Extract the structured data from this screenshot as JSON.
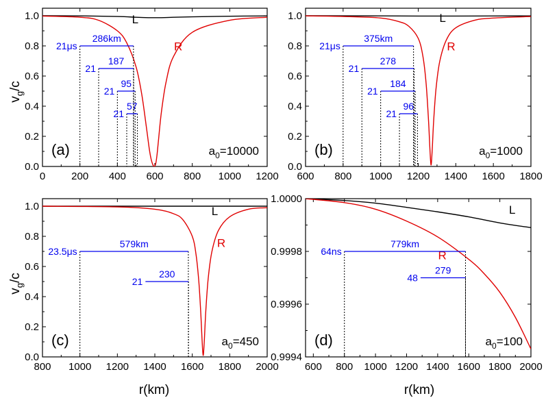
{
  "axis_titles": {
    "y_top": "v",
    "y_top_sub": "g",
    "y_top_rest": "/c",
    "y_bottom": "v",
    "y_bottom_sub": "g",
    "y_bottom_rest": "/c",
    "x_left": "r(km)",
    "x_right": "r(km)"
  },
  "colors": {
    "L": "#000000",
    "R": "#e00000",
    "annotation": "#0000ee",
    "frame": "#000000"
  },
  "chart_data": [
    {
      "type": "line",
      "panel": "(a)",
      "param_label": "a",
      "param_sub": "0",
      "param_value": "=10000",
      "xlim": [
        0,
        1200
      ],
      "ylim": [
        0.0,
        1.05
      ],
      "xticks": [
        0,
        200,
        400,
        600,
        800,
        1000,
        1200
      ],
      "xtick_labels": [
        "0",
        "200",
        "400",
        "600",
        "800",
        "1000",
        "1200"
      ],
      "yticks": [
        0.0,
        0.2,
        0.4,
        0.6,
        0.8,
        1.0
      ],
      "ytick_labels": [
        "0.0",
        "0.2",
        "0.4",
        "0.6",
        "0.8",
        "1.0"
      ],
      "series": [
        {
          "name": "L",
          "x": [
            0,
            200,
            400,
            500,
            550,
            600,
            650,
            700,
            800,
            1000,
            1200
          ],
          "y": [
            1.0,
            0.999,
            0.995,
            0.99,
            0.988,
            0.987,
            0.988,
            0.99,
            0.993,
            0.997,
            0.999
          ]
        },
        {
          "name": "R",
          "x": [
            0,
            200,
            300,
            400,
            450,
            500,
            530,
            555,
            570,
            580,
            590,
            598,
            605,
            612,
            620,
            635,
            660,
            700,
            800,
            1000,
            1200
          ],
          "y": [
            0.998,
            0.99,
            0.97,
            0.9,
            0.82,
            0.66,
            0.48,
            0.26,
            0.12,
            0.05,
            0.01,
            0.0,
            0.02,
            0.08,
            0.18,
            0.36,
            0.56,
            0.73,
            0.89,
            0.97,
            0.99
          ]
        }
      ],
      "curve_labels": [
        {
          "text": "L",
          "series": "L",
          "x": 495,
          "y": 0.95
        },
        {
          "text": "R",
          "series": "R",
          "x": 725,
          "y": 0.77
        }
      ],
      "markers": [
        {
          "x": 200,
          "y": 0.8,
          "time": "21μs",
          "dist": "286km",
          "x_end": 486
        },
        {
          "x": 300,
          "y": 0.65,
          "time": "21",
          "dist": "187",
          "x_end": 487
        },
        {
          "x": 400,
          "y": 0.5,
          "time": "21",
          "dist": "95",
          "x_end": 495
        },
        {
          "x": 450,
          "y": 0.35,
          "time": "21",
          "dist": "57",
          "x_end": 507
        }
      ]
    },
    {
      "type": "line",
      "panel": "(b)",
      "param_label": "a",
      "param_sub": "0",
      "param_value": "=1000",
      "xlim": [
        600,
        1800
      ],
      "ylim": [
        0.0,
        1.05
      ],
      "xticks": [
        600,
        800,
        1000,
        1200,
        1400,
        1600,
        1800
      ],
      "xtick_labels": [
        "600",
        "800",
        "1000",
        "1200",
        "1400",
        "1600",
        "1800"
      ],
      "yticks": [
        0.0,
        0.2,
        0.4,
        0.6,
        0.8,
        1.0
      ],
      "ytick_labels": [
        "0.0",
        "0.2",
        "0.4",
        "0.6",
        "0.8",
        "1.0"
      ],
      "series": [
        {
          "name": "L",
          "x": [
            600,
            1000,
            1200,
            1270,
            1400,
            1800
          ],
          "y": [
            1.0,
            0.999,
            0.998,
            0.998,
            0.998,
            0.999
          ]
        },
        {
          "name": "R",
          "x": [
            600,
            800,
            1000,
            1100,
            1150,
            1200,
            1225,
            1242,
            1255,
            1262,
            1268,
            1274,
            1282,
            1295,
            1315,
            1350,
            1400,
            1500,
            1600,
            1800
          ],
          "y": [
            0.999,
            0.995,
            0.985,
            0.96,
            0.93,
            0.85,
            0.73,
            0.55,
            0.3,
            0.12,
            0.01,
            0.1,
            0.3,
            0.52,
            0.7,
            0.84,
            0.92,
            0.97,
            0.985,
            0.995
          ]
        }
      ],
      "curve_labels": [
        {
          "text": "L",
          "series": "L",
          "x": 1330,
          "y": 0.96
        },
        {
          "text": "R",
          "series": "R",
          "x": 1375,
          "y": 0.77
        }
      ],
      "markers": [
        {
          "x": 800,
          "y": 0.8,
          "time": "21μs",
          "dist": "375km",
          "x_end": 1175
        },
        {
          "x": 900,
          "y": 0.65,
          "time": "21",
          "dist": "278",
          "x_end": 1178
        },
        {
          "x": 1000,
          "y": 0.5,
          "time": "21",
          "dist": "184",
          "x_end": 1184
        },
        {
          "x": 1100,
          "y": 0.35,
          "time": "21",
          "dist": "96",
          "x_end": 1196
        }
      ]
    },
    {
      "type": "line",
      "panel": "(c)",
      "param_label": "a",
      "param_sub": "0",
      "param_value": "=450",
      "xlim": [
        800,
        2000
      ],
      "ylim": [
        0.0,
        1.05
      ],
      "xticks": [
        800,
        1000,
        1200,
        1400,
        1600,
        1800,
        2000
      ],
      "xtick_labels": [
        "800",
        "1000",
        "1200",
        "1400",
        "1600",
        "1800",
        "2000"
      ],
      "yticks": [
        0.0,
        0.2,
        0.4,
        0.6,
        0.8,
        1.0
      ],
      "ytick_labels": [
        "0.0",
        "0.2",
        "0.4",
        "0.6",
        "0.8",
        "1.0"
      ],
      "series": [
        {
          "name": "L",
          "x": [
            800,
            1400,
            1660,
            2000
          ],
          "y": [
            1.0,
            1.0,
            1.0,
            1.0
          ]
        },
        {
          "name": "R",
          "x": [
            800,
            1200,
            1400,
            1500,
            1550,
            1600,
            1620,
            1635,
            1645,
            1652,
            1658,
            1664,
            1672,
            1685,
            1705,
            1740,
            1800,
            1900,
            2000
          ],
          "y": [
            1.0,
            0.995,
            0.98,
            0.95,
            0.91,
            0.8,
            0.68,
            0.5,
            0.3,
            0.12,
            0.01,
            0.1,
            0.3,
            0.52,
            0.7,
            0.84,
            0.93,
            0.98,
            0.99
          ]
        }
      ],
      "curve_labels": [
        {
          "text": "L",
          "series": "L",
          "x": 1720,
          "y": 0.94
        },
        {
          "text": "R",
          "series": "R",
          "x": 1755,
          "y": 0.73
        }
      ],
      "markers": [
        {
          "x": 1000,
          "y": 0.7,
          "time": "23.5μs",
          "dist": "579km",
          "x_end": 1579
        },
        {
          "x": 1350,
          "y": 0.5,
          "time": "21",
          "dist": "230",
          "x_end": 1580,
          "line_start": 1350,
          "no_drop": true
        }
      ]
    },
    {
      "type": "line",
      "panel": "(d)",
      "param_label": "a",
      "param_sub": "0",
      "param_value": "=100",
      "xlim": [
        550,
        2000
      ],
      "ylim": [
        0.9994,
        1.0
      ],
      "xticks": [
        600,
        800,
        1000,
        1200,
        1400,
        1600,
        1800,
        2000
      ],
      "xtick_labels": [
        "600",
        "800",
        "1000",
        "1200",
        "1400",
        "1600",
        "1800",
        "2000"
      ],
      "yticks": [
        0.9994,
        0.9996,
        0.9998,
        1.0
      ],
      "ytick_labels": [
        "0.9994",
        "0.9996",
        "0.9998",
        "1.0000"
      ],
      "series": [
        {
          "name": "L",
          "x": [
            550,
            800,
            1000,
            1200,
            1400,
            1600,
            1800,
            2000
          ],
          "y": [
            1.0,
            0.999993,
            0.999983,
            0.999967,
            0.99995,
            0.999931,
            0.999908,
            0.99989
          ]
        },
        {
          "name": "R",
          "x": [
            550,
            800,
            1000,
            1200,
            1400,
            1600,
            1700,
            1800,
            1900,
            2000
          ],
          "y": [
            1.0,
            0.999985,
            0.99996,
            0.999915,
            0.999855,
            0.99977,
            0.999715,
            0.999645,
            0.99955,
            0.99943
          ]
        }
      ],
      "curve_labels": [
        {
          "text": "L",
          "series": "L",
          "x": 1880,
          "y": 0.999943
        },
        {
          "text": "R",
          "series": "R",
          "x": 1430,
          "y": 0.99977
        }
      ],
      "markers": [
        {
          "x": 800,
          "y": 0.9998,
          "time": "64ns",
          "dist": "779km",
          "x_end": 1579
        },
        {
          "x": 1290,
          "y": 0.9997,
          "time": "48",
          "dist": "279",
          "x_end": 1579,
          "line_start": 1290,
          "no_drop": true
        }
      ]
    }
  ]
}
